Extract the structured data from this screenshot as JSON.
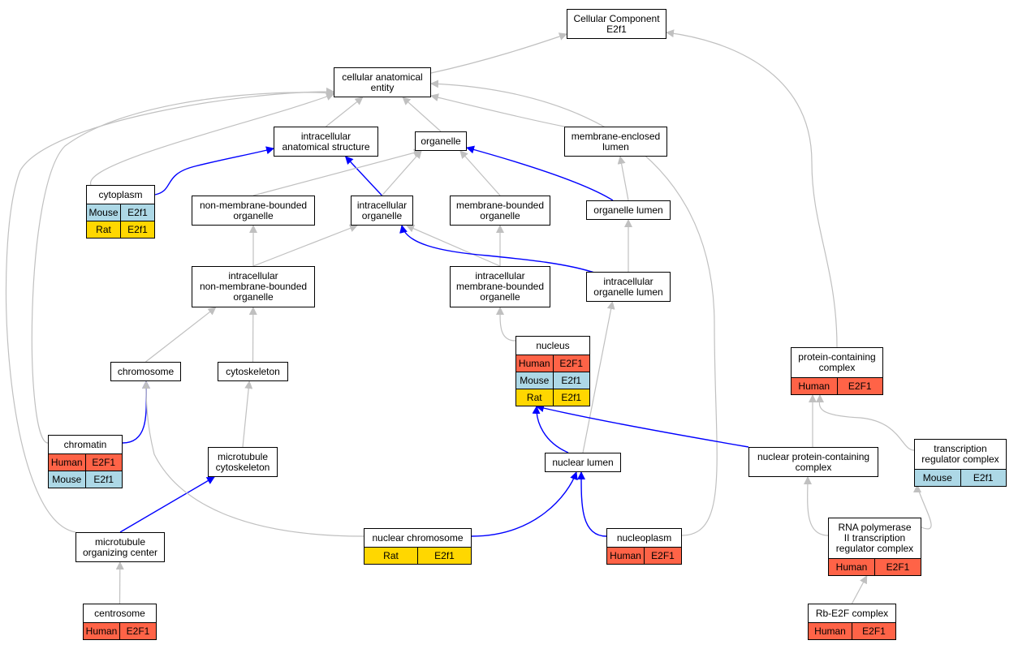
{
  "colors": {
    "Human": "#ff6347",
    "Mouse": "#add8e6",
    "Rat": "#ffd700",
    "edge_is_a": "#c0c0c0",
    "edge_part_of": "#0000ff"
  },
  "nodes": [
    {
      "id": "cc",
      "label": "Cellular Component\nE2f1",
      "rows": []
    },
    {
      "id": "cae",
      "label": "cellular anatomical\nentity",
      "rows": []
    },
    {
      "id": "ias",
      "label": "intracellular\nanatomical structure",
      "rows": []
    },
    {
      "id": "org",
      "label": "organelle",
      "rows": []
    },
    {
      "id": "mel",
      "label": "membrane-enclosed\nlumen",
      "rows": []
    },
    {
      "id": "cyto",
      "label": "cytoplasm",
      "rows": [
        {
          "species": "Mouse",
          "gene": "E2f1"
        },
        {
          "species": "Rat",
          "gene": "E2f1"
        }
      ]
    },
    {
      "id": "nmbo",
      "label": "non-membrane-bounded\norganelle",
      "rows": []
    },
    {
      "id": "io",
      "label": "intracellular\norganelle",
      "rows": []
    },
    {
      "id": "mbo",
      "label": "membrane-bounded\norganelle",
      "rows": []
    },
    {
      "id": "ol",
      "label": "organelle lumen",
      "rows": []
    },
    {
      "id": "inmbo",
      "label": "intracellular\nnon-membrane-bounded\norganelle",
      "rows": []
    },
    {
      "id": "imbo",
      "label": "intracellular\nmembrane-bounded\norganelle",
      "rows": []
    },
    {
      "id": "iol",
      "label": "intracellular\norganelle lumen",
      "rows": []
    },
    {
      "id": "nuc",
      "label": "nucleus",
      "rows": [
        {
          "species": "Human",
          "gene": "E2F1"
        },
        {
          "species": "Mouse",
          "gene": "E2f1"
        },
        {
          "species": "Rat",
          "gene": "E2f1"
        }
      ]
    },
    {
      "id": "pcc",
      "label": "protein-containing\ncomplex",
      "rows": [
        {
          "species": "Human",
          "gene": "E2F1"
        }
      ]
    },
    {
      "id": "chrom",
      "label": "chromosome",
      "rows": []
    },
    {
      "id": "cytosk",
      "label": "cytoskeleton",
      "rows": []
    },
    {
      "id": "chromatin",
      "label": "chromatin",
      "rows": [
        {
          "species": "Human",
          "gene": "E2F1"
        },
        {
          "species": "Mouse",
          "gene": "E2f1"
        }
      ]
    },
    {
      "id": "mtc",
      "label": "microtubule\ncytoskeleton",
      "rows": []
    },
    {
      "id": "nl",
      "label": "nuclear lumen",
      "rows": []
    },
    {
      "id": "npc",
      "label": "nuclear protein-containing\ncomplex",
      "rows": []
    },
    {
      "id": "trc",
      "label": "transcription\nregulator complex",
      "rows": [
        {
          "species": "Mouse",
          "gene": "E2f1"
        }
      ]
    },
    {
      "id": "rnap",
      "label": "RNA polymerase\nII transcription\nregulator complex",
      "rows": [
        {
          "species": "Human",
          "gene": "E2F1"
        }
      ]
    },
    {
      "id": "moc",
      "label": "microtubule\norganizing center",
      "rows": []
    },
    {
      "id": "nchrom",
      "label": "nuclear chromosome",
      "rows": [
        {
          "species": "Rat",
          "gene": "E2f1"
        }
      ]
    },
    {
      "id": "nplasm",
      "label": "nucleoplasm",
      "rows": [
        {
          "species": "Human",
          "gene": "E2F1"
        }
      ]
    },
    {
      "id": "centro",
      "label": "centrosome",
      "rows": [
        {
          "species": "Human",
          "gene": "E2F1"
        }
      ]
    },
    {
      "id": "rbe2f",
      "label": "Rb-E2F complex",
      "rows": [
        {
          "species": "Human",
          "gene": "E2F1"
        }
      ]
    }
  ],
  "edges": [
    {
      "from": "cae",
      "to": "cc",
      "type": "is_a"
    },
    {
      "from": "pcc",
      "to": "cc",
      "type": "is_a"
    },
    {
      "from": "ias",
      "to": "cae",
      "type": "is_a"
    },
    {
      "from": "org",
      "to": "cae",
      "type": "is_a"
    },
    {
      "from": "mel",
      "to": "cae",
      "type": "is_a"
    },
    {
      "from": "cyto",
      "to": "cae",
      "type": "is_a"
    },
    {
      "from": "chromatin",
      "to": "cae",
      "type": "is_a"
    },
    {
      "from": "moc",
      "to": "cae",
      "type": "is_a"
    },
    {
      "from": "nplasm",
      "to": "cae",
      "type": "is_a"
    },
    {
      "from": "cyto",
      "to": "ias",
      "type": "part_of"
    },
    {
      "from": "io",
      "to": "ias",
      "type": "part_of"
    },
    {
      "from": "nmbo",
      "to": "org",
      "type": "is_a"
    },
    {
      "from": "io",
      "to": "org",
      "type": "is_a"
    },
    {
      "from": "mbo",
      "to": "org",
      "type": "is_a"
    },
    {
      "from": "ol",
      "to": "org",
      "type": "part_of"
    },
    {
      "from": "ol",
      "to": "mel",
      "type": "is_a"
    },
    {
      "from": "inmbo",
      "to": "nmbo",
      "type": "is_a"
    },
    {
      "from": "inmbo",
      "to": "io",
      "type": "is_a"
    },
    {
      "from": "imbo",
      "to": "io",
      "type": "is_a"
    },
    {
      "from": "imbo",
      "to": "mbo",
      "type": "is_a"
    },
    {
      "from": "iol",
      "to": "io",
      "type": "part_of"
    },
    {
      "from": "iol",
      "to": "ol",
      "type": "is_a"
    },
    {
      "from": "nuc",
      "to": "imbo",
      "type": "is_a"
    },
    {
      "from": "chrom",
      "to": "inmbo",
      "type": "is_a"
    },
    {
      "from": "cytosk",
      "to": "inmbo",
      "type": "is_a"
    },
    {
      "from": "chromatin",
      "to": "chrom",
      "type": "part_of"
    },
    {
      "from": "mtc",
      "to": "cytosk",
      "type": "is_a"
    },
    {
      "from": "nl",
      "to": "iol",
      "type": "is_a"
    },
    {
      "from": "nl",
      "to": "nuc",
      "type": "part_of"
    },
    {
      "from": "npc",
      "to": "nuc",
      "type": "part_of"
    },
    {
      "from": "npc",
      "to": "pcc",
      "type": "is_a"
    },
    {
      "from": "trc",
      "to": "pcc",
      "type": "is_a"
    },
    {
      "from": "rnap",
      "to": "npc",
      "type": "is_a"
    },
    {
      "from": "rnap",
      "to": "trc",
      "type": "is_a"
    },
    {
      "from": "moc",
      "to": "mtc",
      "type": "part_of"
    },
    {
      "from": "nchrom",
      "to": "chrom",
      "type": "is_a"
    },
    {
      "from": "nchrom",
      "to": "nl",
      "type": "part_of"
    },
    {
      "from": "nplasm",
      "to": "nl",
      "type": "part_of"
    },
    {
      "from": "centro",
      "to": "moc",
      "type": "is_a"
    },
    {
      "from": "rbe2f",
      "to": "rnap",
      "type": "is_a"
    }
  ]
}
